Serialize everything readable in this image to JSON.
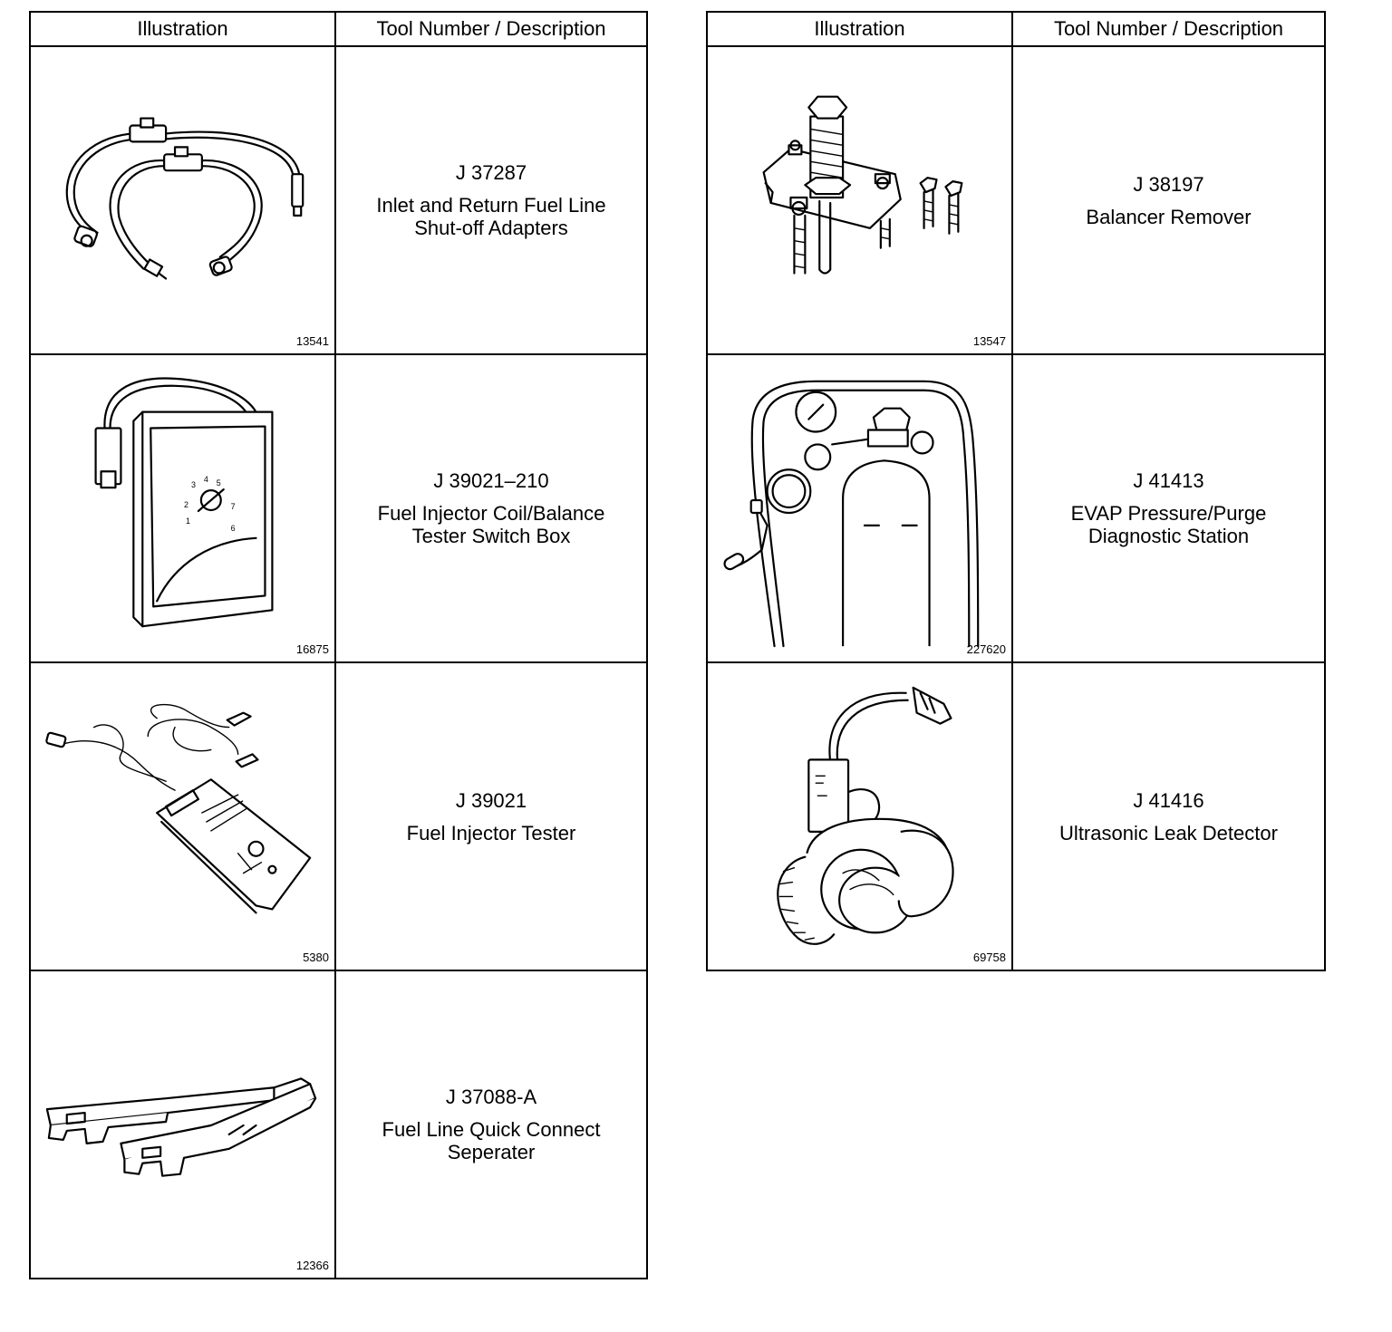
{
  "headers": {
    "illustration": "Illustration",
    "tool": "Tool Number / Description"
  },
  "left": [
    {
      "tool_number": "J 37287",
      "lines": [
        "Inlet and Return Fuel Line",
        "Shut-off Adapters"
      ],
      "figure": "13541",
      "icon": "fuel-line-adapters-icon"
    },
    {
      "tool_number": "J 39021–210",
      "lines": [
        "Fuel Injector Coil/Balance",
        "Tester Switch Box"
      ],
      "figure": "16875",
      "icon": "switch-box-icon",
      "dial_labels": [
        "1",
        "2",
        "3",
        "4",
        "5",
        "6",
        "7"
      ]
    },
    {
      "tool_number": "J 39021",
      "lines": [
        "Fuel Injector Tester"
      ],
      "figure": "5380",
      "icon": "injector-tester-icon"
    },
    {
      "tool_number": "J 37088-A",
      "lines": [
        "Fuel Line Quick Connect",
        "Seperater"
      ],
      "figure": "12366",
      "icon": "quick-connect-separator-icon"
    }
  ],
  "right": [
    {
      "tool_number": "J 38197",
      "lines": [
        "Balancer Remover"
      ],
      "figure": "13547",
      "icon": "balancer-remover-icon"
    },
    {
      "tool_number": "J 41413",
      "lines": [
        "EVAP Pressure/Purge",
        "Diagnostic Station"
      ],
      "figure": "227620",
      "icon": "evap-station-icon"
    },
    {
      "tool_number": "J 41416",
      "lines": [
        "Ultrasonic Leak Detector"
      ],
      "figure": "69758",
      "icon": "leak-detector-icon"
    }
  ]
}
